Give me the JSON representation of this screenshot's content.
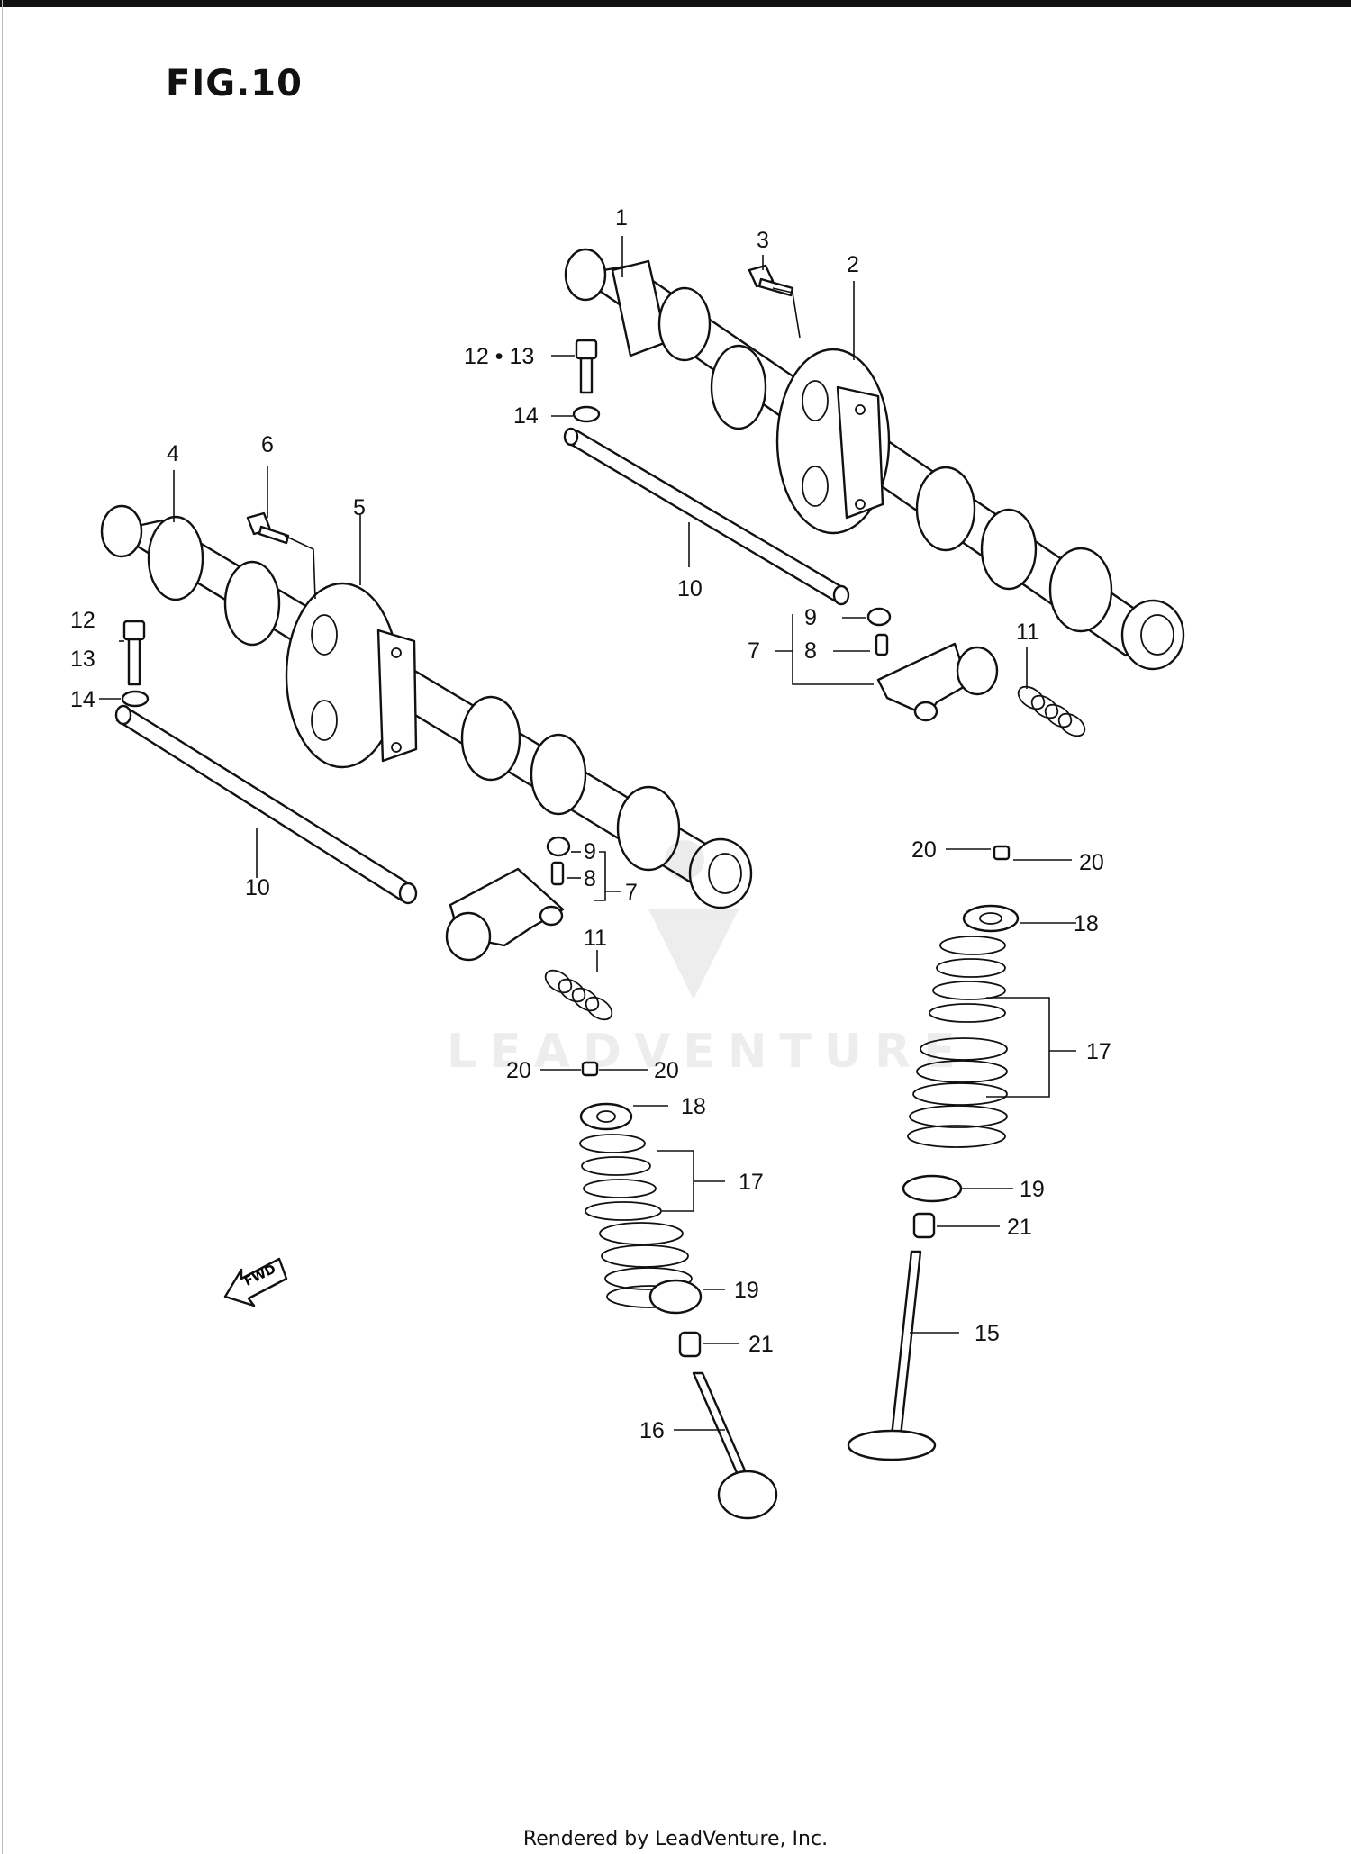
{
  "figure": {
    "title": "FIG.10"
  },
  "callouts": {
    "c1": "1",
    "c2": "2",
    "c3": "3",
    "c4": "4",
    "c5": "5",
    "c6": "6",
    "c12_13_top": "12 • 13",
    "c14_top": "14",
    "c10_top": "10",
    "c9_right": "9",
    "c8_right": "8",
    "c7_right": "7",
    "c11_right": "11",
    "c12_left": "12",
    "c13_left": "13",
    "c14_left": "14",
    "c10_left": "10",
    "c9_mid": "9",
    "c8_mid": "8",
    "c7_mid": "7",
    "c11_mid": "11",
    "c20_a": "20",
    "c20_b": "20",
    "c18_right": "18",
    "c17_right": "17",
    "c19_right": "19",
    "c21_right": "21",
    "c15": "15",
    "c20_c": "20",
    "c20_d": "20",
    "c18_left": "18",
    "c17_left": "17",
    "c19_left": "19",
    "c21_left": "21",
    "c16": "16"
  },
  "fwd_label": "FWD",
  "watermark": "LEADVENTURE",
  "footer": "Rendered by LeadVenture, Inc."
}
